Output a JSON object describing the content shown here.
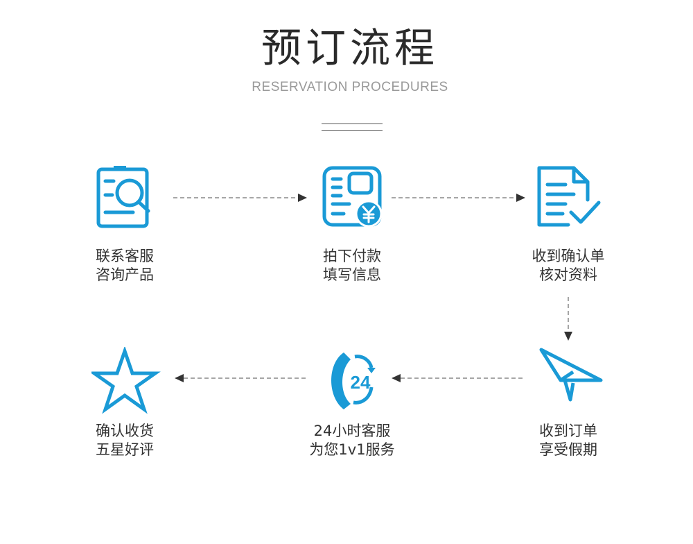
{
  "title": "预订流程",
  "subtitle": "RESERVATION PROCEDURES",
  "accent_color": "#1a9ad6",
  "steps": [
    {
      "icon": "clipboard-search-icon",
      "line1": "联系客服",
      "line2": "咨询产品"
    },
    {
      "icon": "form-payment-yuan-icon",
      "line1": "拍下付款",
      "line2": "填写信息"
    },
    {
      "icon": "document-check-icon",
      "line1": "收到确认单",
      "line2": "核对资料"
    },
    {
      "icon": "paper-plane-icon",
      "line1": "收到订单",
      "line2": "享受假期"
    },
    {
      "icon": "24-hour-service-icon",
      "line1": "24小时客服",
      "line2": "为您1v1服务",
      "icon_text": "24"
    },
    {
      "icon": "star-icon",
      "line1": "确认收货",
      "line2": "五星好评"
    }
  ]
}
